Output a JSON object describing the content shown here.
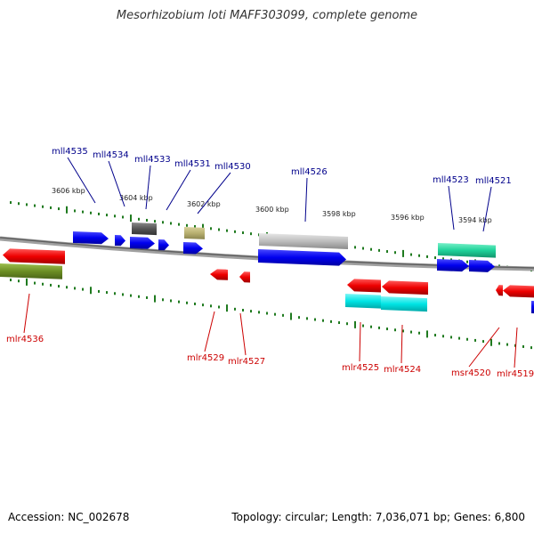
{
  "title": "Mesorhizobium loti MAFF303099, complete genome",
  "accession": "Accession: NC_002678",
  "info": "Topology: circular; Length: 7,036,071 bp; Genes: 6,800",
  "colors": {
    "backbone": "#808080",
    "tick": "#1f7a1f",
    "forward_label": "#00008b",
    "reverse_label": "#cc0000",
    "blue_gene": "#0000ee",
    "red_gene": "#ee0000",
    "cyan_gene": "#00e5e5",
    "teal_gene": "#1fd29a",
    "olive_gene": "#6b8e23",
    "gray_gene": "#bdbdbd",
    "dark_gray_gene": "#555555",
    "khaki_gene": "#b8b070"
  },
  "scale_labels": [
    "3606 kbp",
    "3604 kbp",
    "3602 kbp",
    "3600 kbp",
    "3598 kbp",
    "3596 kbp",
    "3594 kbp"
  ],
  "forward_genes": [
    "mll4535",
    "mll4534",
    "mll4533",
    "mll4531",
    "mll4530",
    "mll4526",
    "mll4523",
    "mll4521"
  ],
  "reverse_genes": [
    "mlr4536",
    "mlr4529",
    "mlr4527",
    "mlr4525",
    "mlr4524",
    "msr4520",
    "mlr4519"
  ]
}
